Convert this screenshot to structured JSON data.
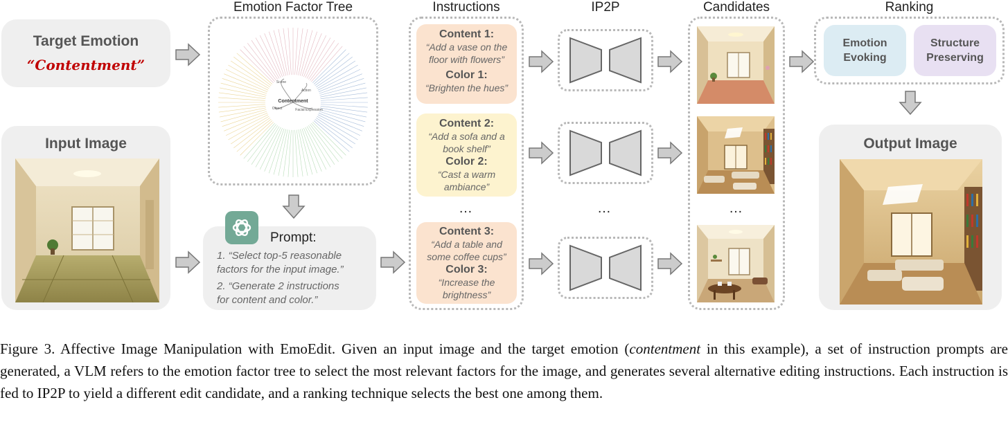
{
  "headers": {
    "emotion_factor_tree": "Emotion Factor Tree",
    "instructions": "Instructions",
    "ip2p": "IP2P",
    "candidates": "Candidates",
    "ranking": "Ranking"
  },
  "target_emotion": {
    "title": "Target Emotion",
    "value": "“Contentment”"
  },
  "input_image": {
    "title": "Input Image"
  },
  "output_image": {
    "title": "Output Image"
  },
  "tree": {
    "center": "Contentment",
    "branches": [
      "Scene",
      "Action",
      "Object",
      "Facial Expression"
    ]
  },
  "prompt": {
    "label": "Prompt:",
    "line1": "1. “Select top-5 reasonable",
    "line1b": "factors for the input image.”",
    "line2": "2. “Generate 2 instructions",
    "line2b": "for content and color.”"
  },
  "instructions": [
    {
      "content_label": "Content 1:",
      "content_text": [
        "“Add a vase on the",
        "floor with flowers”"
      ],
      "color_label": "Color 1:",
      "color_text": [
        "“Brighten the hues”"
      ]
    },
    {
      "content_label": "Content 2:",
      "content_text": [
        "“Add a sofa and a",
        "book shelf”"
      ],
      "color_label": "Color 2:",
      "color_text": [
        "“Cast a warm",
        "ambiance”"
      ]
    },
    {
      "content_label": "Content 3:",
      "content_text": [
        "“Add a table and",
        "some coffee cups”"
      ],
      "color_label": "Color 3:",
      "color_text": [
        "“Increase the",
        "brightness”"
      ]
    }
  ],
  "ellipsis": "…",
  "ranking": {
    "emotion_evoking": [
      "Emotion",
      "Evoking"
    ],
    "structure_preserving": [
      "Structure",
      "Preserving"
    ]
  },
  "colors": {
    "panel_gray": "#efefef",
    "peach": "#fbe3cf",
    "yellow": "#fdf3cf",
    "emotion_red": "#c00000",
    "ranking_blue": "#dcecf3",
    "ranking_purple": "#e8e0f2"
  },
  "caption": {
    "part1": "Figure 3. Affective Image Manipulation with EmoEdit. Given an input image and the target emotion (",
    "italic": "contentment",
    "part2": " in this example), a set of instruction prompts are generated, a VLM refers to the emotion factor tree to select the most relevant factors for the image, and generates several alternative editing instructions. Each instruction is fed to IP2P to yield a different edit candidate, and a ranking technique selects the best one among them."
  }
}
